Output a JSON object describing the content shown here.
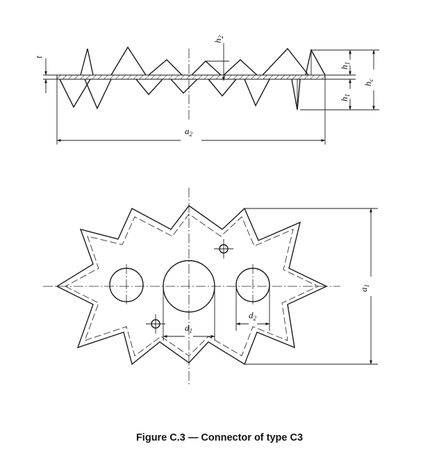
{
  "caption": "Figure C.3 — Connector of type C3",
  "labels": {
    "t": "t",
    "h2": "h",
    "h2_sub": "2",
    "h1_upper": "h",
    "h1_upper_sub": "1",
    "h1_lower": "h",
    "h1_lower_sub": "1",
    "hc": "h",
    "hc_sub": "c",
    "a2": "a",
    "a2_sub": "2",
    "a1": "a",
    "a1_sub": "1",
    "d1": "d",
    "d1_sub": "1",
    "d2": "d",
    "d2_sub": "2"
  }
}
